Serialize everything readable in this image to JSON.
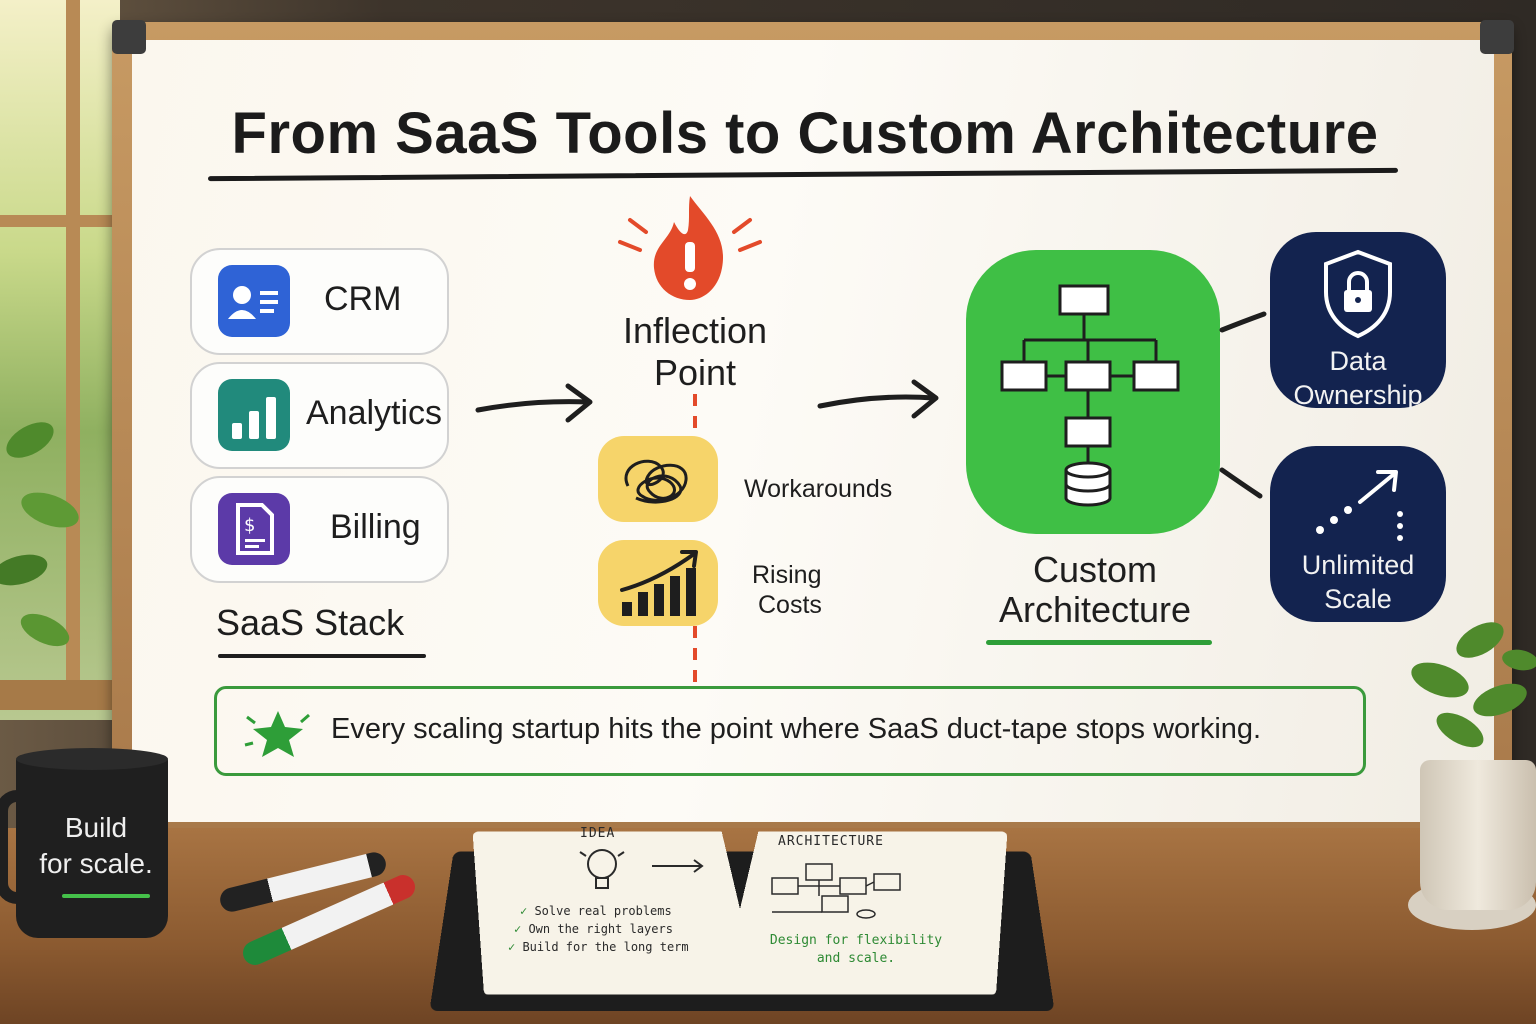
{
  "title": "From SaaS Tools to Custom Architecture",
  "saas_stack": {
    "label": "SaaS Stack",
    "items": [
      {
        "label": "CRM",
        "icon": "contact-card-icon",
        "color": "#2f63d6"
      },
      {
        "label": "Analytics",
        "icon": "bar-chart-icon",
        "color": "#218a7c"
      },
      {
        "label": "Billing",
        "icon": "invoice-icon",
        "color": "#5c3aa8"
      }
    ]
  },
  "inflection": {
    "label_line1": "Inflection",
    "label_line2": "Point",
    "icon": "flame-alert-icon",
    "issues": [
      {
        "label": "Workarounds",
        "icon": "tangle-icon"
      },
      {
        "label_line1": "Rising",
        "label_line2": "Costs",
        "icon": "rising-bars-icon"
      }
    ]
  },
  "custom": {
    "label_line1": "Custom",
    "label_line2": "Architecture",
    "icon": "architecture-diagram-icon",
    "color": "#3fbf45"
  },
  "benefits": [
    {
      "label_line1": "Data",
      "label_line2": "Ownership",
      "icon": "shield-lock-icon"
    },
    {
      "label_line1": "Unlimited",
      "label_line2": "Scale",
      "icon": "dotted-arrow-up-icon"
    }
  ],
  "banner": {
    "text": "Every scaling startup hits the point where SaaS duct-tape stops working.",
    "icon": "star-icon"
  },
  "mug": {
    "line1": "Build",
    "line2": "for scale."
  },
  "notebook": {
    "left_header": "IDEA",
    "checklist": [
      "Solve real problems",
      "Own the right layers",
      "Build for the long term"
    ],
    "right_header": "ARCHITECTURE",
    "right_note_line1": "Design for flexibility",
    "right_note_line2": "and scale."
  }
}
